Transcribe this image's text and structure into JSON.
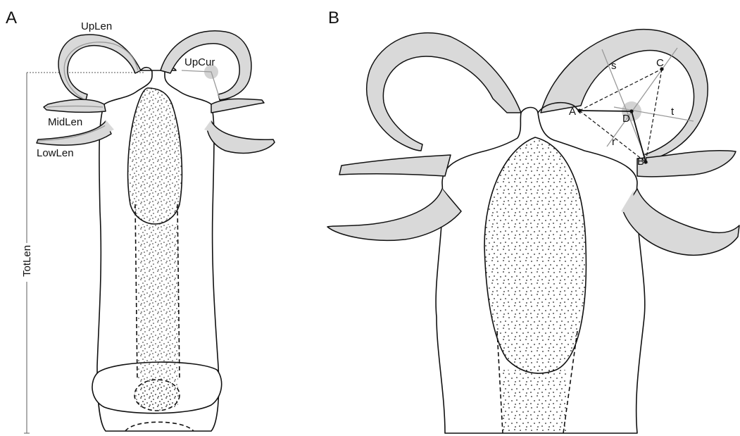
{
  "colors": {
    "hook_fill": "#d9d9d9",
    "outline": "#111111",
    "measure_line": "#9a9a9a",
    "background": "#ffffff"
  },
  "panel_a": {
    "letter": "A",
    "labels": {
      "up_len": "UpLen",
      "up_cur": "UpCur",
      "mid_len": "MidLen",
      "low_len": "LowLen",
      "tot_len": "TotLen"
    }
  },
  "panel_b": {
    "letter": "B",
    "point_labels": {
      "a": "A",
      "b": "B",
      "c": "C",
      "d": "D"
    },
    "segment_labels": {
      "s": "s",
      "t": "t",
      "r": "r"
    }
  }
}
